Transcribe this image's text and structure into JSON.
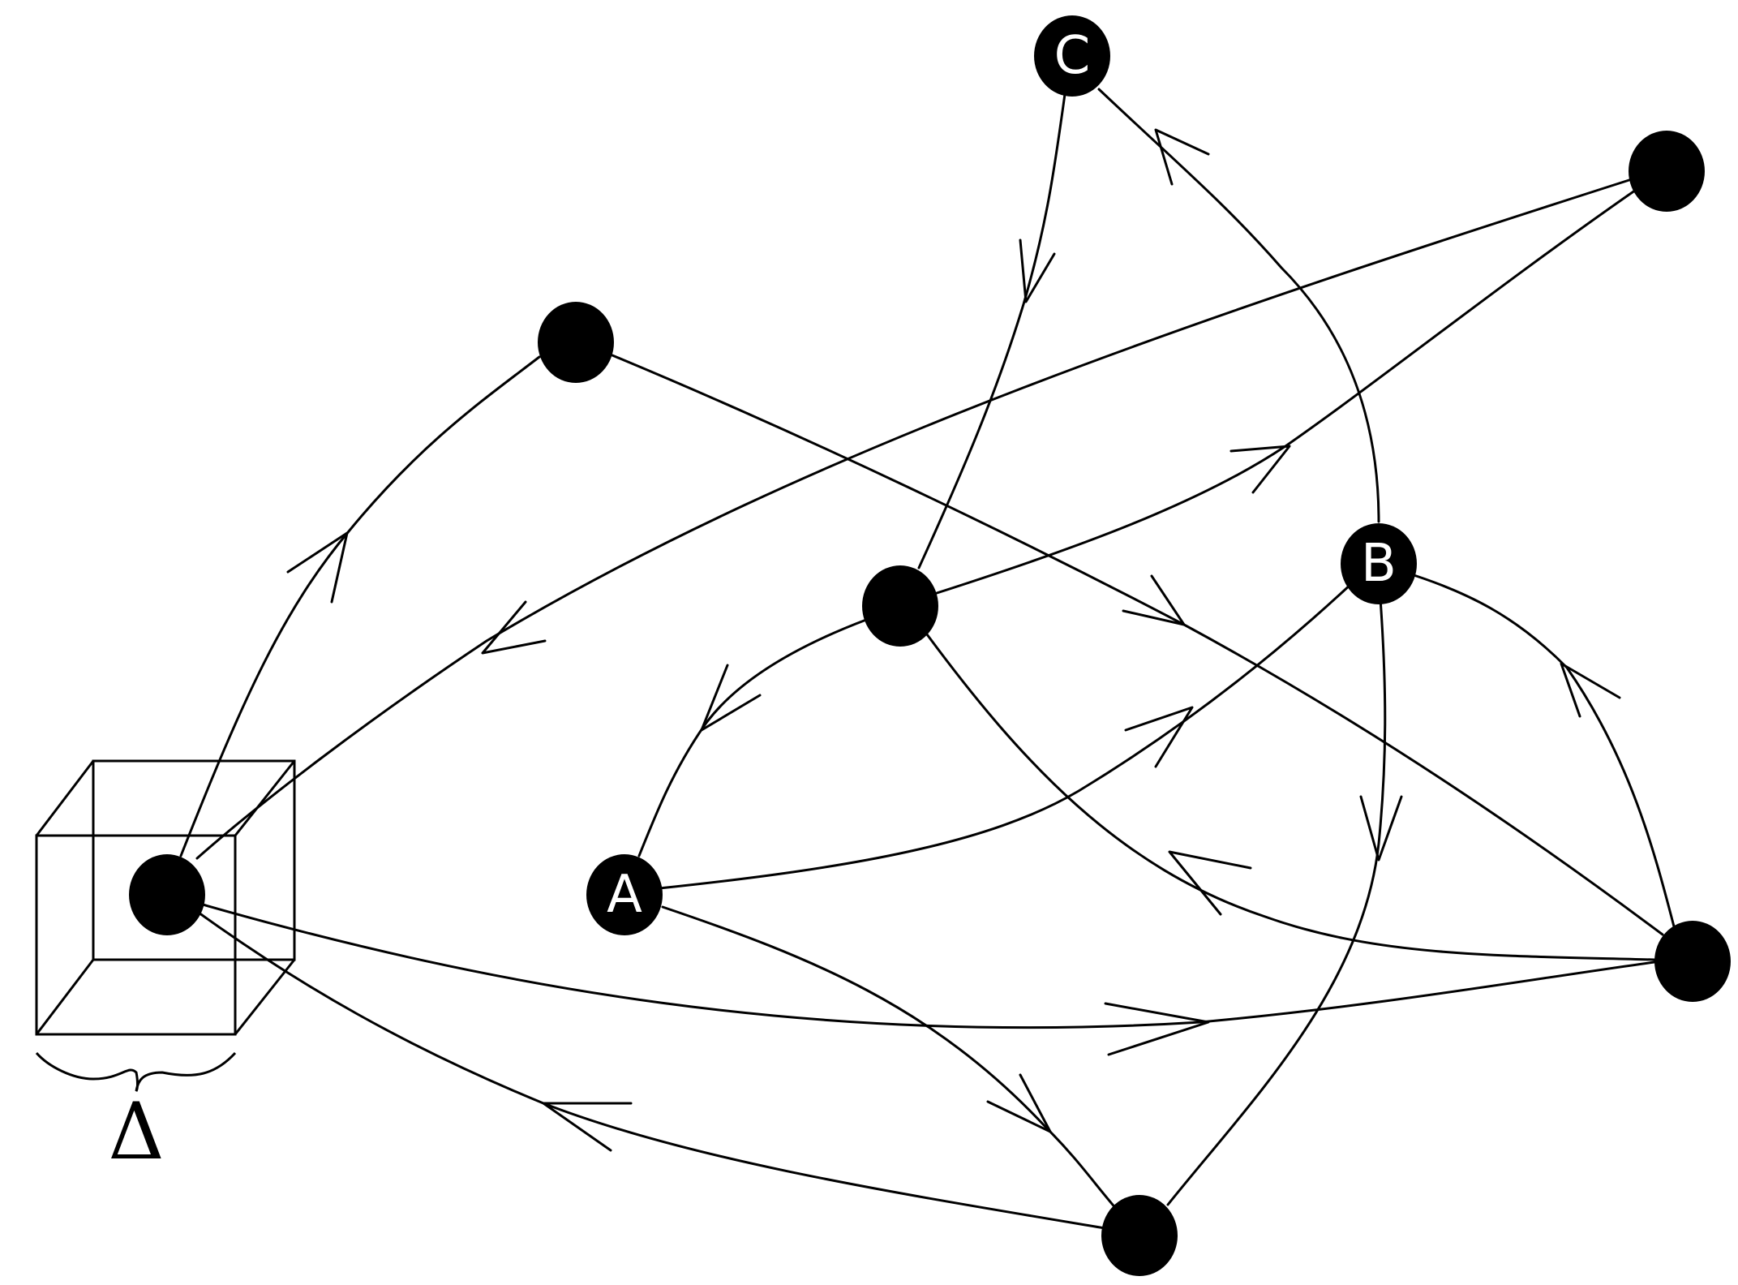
{
  "diagram": {
    "nodes": [
      {
        "id": "cube_node",
        "label": ""
      },
      {
        "id": "top_left",
        "label": ""
      },
      {
        "id": "C",
        "label": "C"
      },
      {
        "id": "top_right",
        "label": ""
      },
      {
        "id": "center",
        "label": ""
      },
      {
        "id": "B",
        "label": "B"
      },
      {
        "id": "A",
        "label": "A"
      },
      {
        "id": "right",
        "label": ""
      },
      {
        "id": "bottom",
        "label": ""
      }
    ],
    "edges": [
      {
        "from": "cube_node",
        "to": "top_left",
        "directed": true
      },
      {
        "from": "top_right",
        "to": "cube_node",
        "directed": true
      },
      {
        "from": "C",
        "to": "center",
        "directed": true
      },
      {
        "from": "B",
        "to": "C",
        "directed": true
      },
      {
        "from": "center",
        "to": "top_right",
        "directed": true
      },
      {
        "from": "top_left",
        "to": "right",
        "directed": true
      },
      {
        "from": "center",
        "to": "A",
        "directed": true
      },
      {
        "from": "A",
        "to": "B",
        "directed": true
      },
      {
        "from": "right",
        "to": "center",
        "directed": true
      },
      {
        "from": "right",
        "to": "B",
        "directed": true
      },
      {
        "from": "B",
        "to": "bottom",
        "directed": true
      },
      {
        "from": "A",
        "to": "bottom",
        "directed": true
      },
      {
        "from": "bottom",
        "to": "cube_node",
        "directed": true
      },
      {
        "from": "cube_node",
        "to": "right",
        "directed": true
      }
    ],
    "cube_width_symbol": "Δ"
  }
}
